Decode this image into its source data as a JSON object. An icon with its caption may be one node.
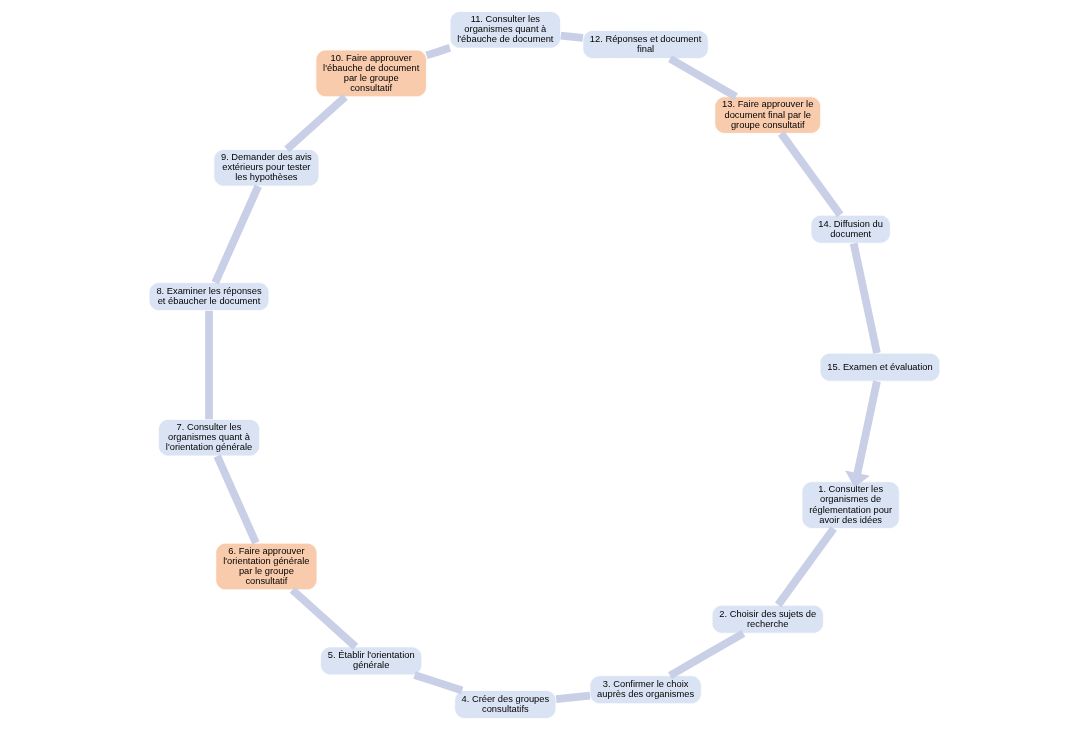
{
  "diagram": {
    "nodes": [
      {
        "text": [
          "1. Consulter les organismes de réglementation pour avoir des idées"
        ]
      },
      {
        "text": [
          "2. Choisir des sujets de recherche"
        ]
      },
      {
        "text": [
          "3. Confirmer le choix auprès des organismes"
        ]
      },
      {
        "text": [
          "4. Créer des groupes consultatifs"
        ]
      },
      {
        "text": [
          "5. Établir l'orientation générale"
        ]
      },
      {
        "text": [
          "6. Faire approuver l'orientation générale par le groupe consultatif"
        ]
      },
      {
        "text": [
          "7. Consulter les organismes quant à l'orientation générale"
        ]
      },
      {
        "text": [
          "8. Examiner les réponses et ébaucher le document"
        ]
      },
      {
        "text": [
          "9. Demander des avis extérieurs pour tester les hypothèses"
        ]
      },
      {
        "text": [
          "10. Faire approuver l'ébauche de document par le groupe consultatif"
        ]
      },
      {
        "text": [
          "11. Consulter les organismes quant à l'ébauche de document"
        ]
      },
      {
        "text": [
          "12. Réponses et document final"
        ]
      },
      {
        "text": [
          "13. Faire approuver le document final par le groupe consultatif"
        ]
      },
      {
        "text": [
          "14. Diffusion du document"
        ]
      },
      {
        "text": [
          "15. Examen et évaluation"
        ]
      }
    ],
    "edges": [
      {
        "from": 0,
        "to": 1,
        "arrow": "none"
      },
      {
        "from": 1,
        "to": 2,
        "arrow": "none"
      },
      {
        "from": 2,
        "to": 3,
        "arrow": "none"
      },
      {
        "from": 3,
        "to": 4,
        "arrow": "none"
      },
      {
        "from": 4,
        "to": 5,
        "arrow": "none"
      },
      {
        "from": 5,
        "to": 6,
        "arrow": "none"
      },
      {
        "from": 6,
        "to": 7,
        "arrow": "none"
      },
      {
        "from": 7,
        "to": 8,
        "arrow": "none"
      },
      {
        "from": 8,
        "to": 9,
        "arrow": "none"
      },
      {
        "from": 9,
        "to": 10,
        "arrow": "none"
      },
      {
        "from": 10,
        "to": 11,
        "arrow": "none"
      },
      {
        "from": 11,
        "to": 12,
        "arrow": "none"
      },
      {
        "from": 12,
        "to": 13,
        "arrow": "none"
      },
      {
        "from": 13,
        "to": 14,
        "arrow": "none"
      },
      {
        "from": 14,
        "to": 0,
        "arrow": "to"
      }
    ]
  }
}
